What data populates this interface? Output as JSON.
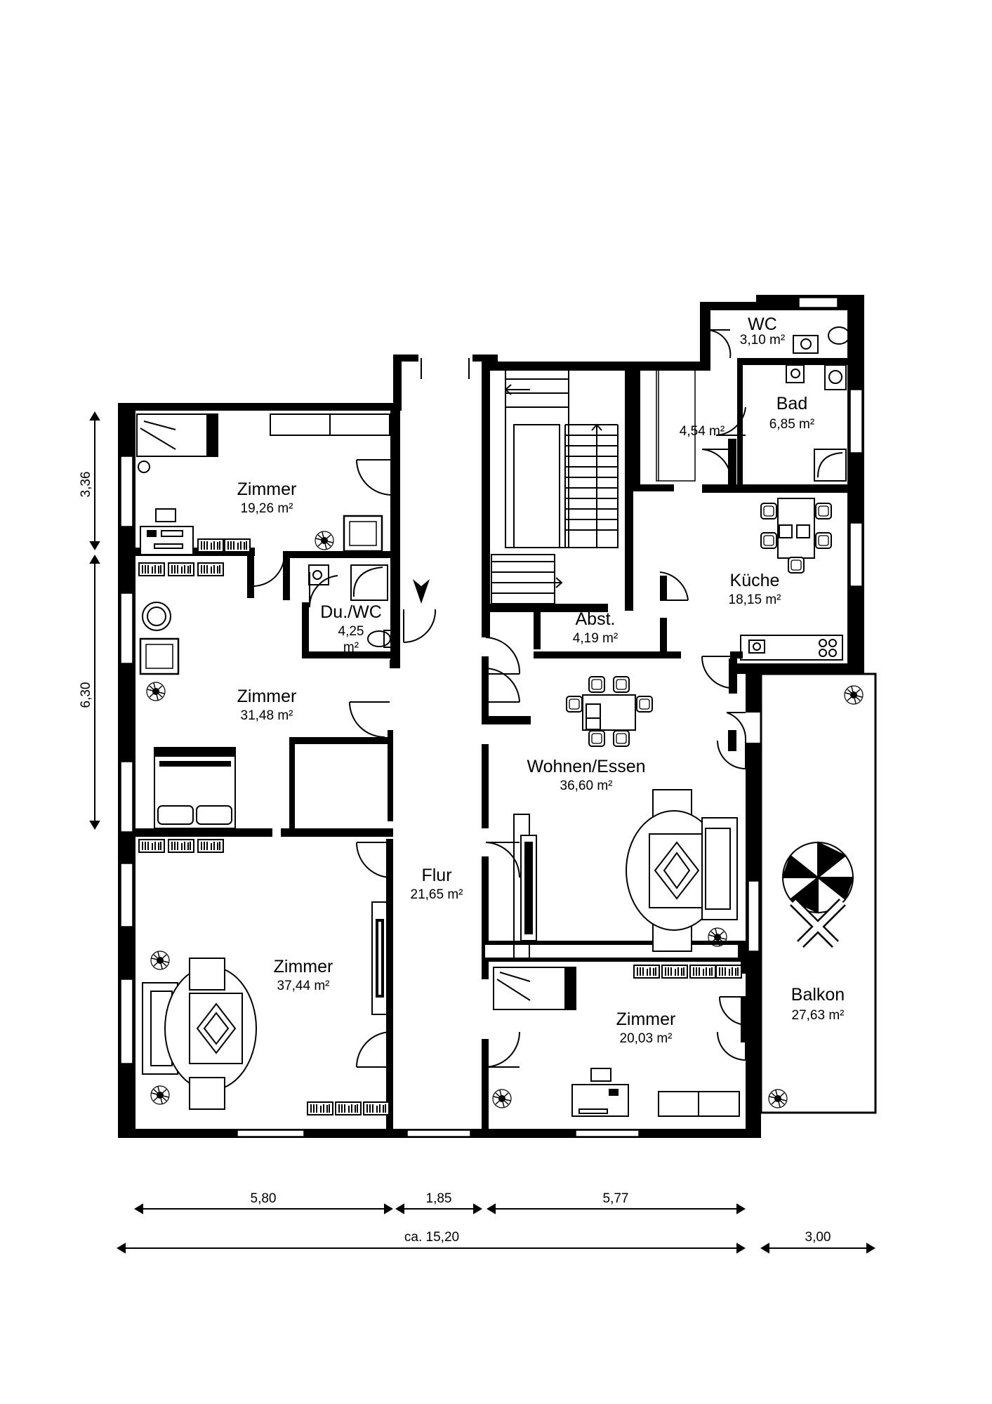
{
  "rooms": {
    "zimmer1": {
      "name": "Zimmer",
      "area": "19,26 m²"
    },
    "duwc": {
      "name": "Du./WC",
      "area": "4,25",
      "unit": "m²"
    },
    "zimmer2": {
      "name": "Zimmer",
      "area": "31,48 m²"
    },
    "zimmer3": {
      "name": "Zimmer",
      "area": "37,44 m²"
    },
    "flur": {
      "name": "Flur",
      "area": "21,65 m²"
    },
    "wc": {
      "name": "WC",
      "area": "3,10 m²"
    },
    "bad": {
      "name": "Bad",
      "area": "6,85 m²"
    },
    "abstellraum": {
      "area": "4,54 m²"
    },
    "kueche": {
      "name": "Küche",
      "area": "18,15 m²"
    },
    "abst": {
      "name": "Abst.",
      "area": "4,19 m²"
    },
    "wohnen": {
      "name": "Wohnen/Essen",
      "area": "36,60 m²"
    },
    "zimmer4": {
      "name": "Zimmer",
      "area": "20,03 m²"
    },
    "balkon": {
      "name": "Balkon",
      "area": "27,63 m²"
    }
  },
  "dimensions": {
    "left_upper": "3,36",
    "left_lower": "6,30",
    "bottom_left": "5,80",
    "bottom_mid": "1,85",
    "bottom_right": "5,77",
    "total": "ca. 15,20",
    "balcony": "3,00"
  },
  "colors": {
    "walls": "#000000",
    "background": "#ffffff"
  },
  "icons": [
    "bed-icon",
    "desk-icon",
    "armchair-icon",
    "plant-icon",
    "shelf-icon",
    "toilet-icon",
    "sink-icon",
    "shower-icon",
    "table-icon",
    "sofa-icon",
    "stove-icon",
    "umbrella-icon",
    "stair-icon",
    "entrance-arrow-icon"
  ]
}
